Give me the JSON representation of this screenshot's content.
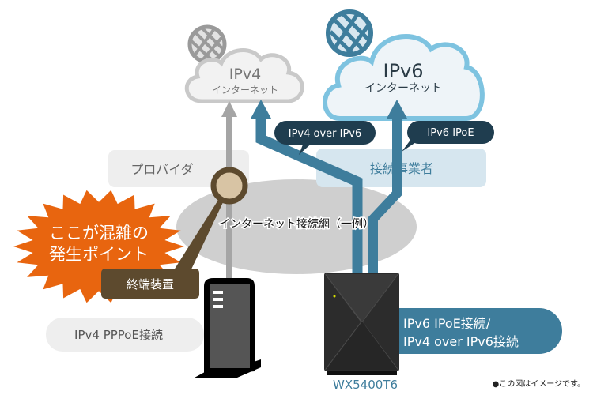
{
  "clouds": {
    "ipv4": {
      "title": "IPv4",
      "subtitle": "インターネット"
    },
    "ipv6": {
      "title": "IPv6",
      "subtitle": "インターネット"
    }
  },
  "bubbles": {
    "ipv4_over_ipv6": "IPv4 over IPv6",
    "ipv6_ipoe": "IPv6 IPoE"
  },
  "boxes": {
    "provider": "プロバイダ",
    "carrier": "接続事業者",
    "network": "インターネット接続網（一例）",
    "terminal": "終端装置",
    "pppoe": "IPv4 PPPoE接続"
  },
  "burst": {
    "line1": "ここが混雑の",
    "line2": "発生ポイント"
  },
  "router_callout": {
    "line1": "IPv6 IPoE接続/",
    "line2": "IPv4 over IPv6接続"
  },
  "router_model": "WX5400T6",
  "note": "●この図はイメージです。",
  "colors": {
    "blue": "#3e7d9c",
    "dark_bubble": "#1f3d4f",
    "orange": "#e8650f",
    "brown": "#5d4a2e",
    "gray_path": "#a5a5a5",
    "ipv6_cloud_stroke": "#7ec3e0"
  }
}
